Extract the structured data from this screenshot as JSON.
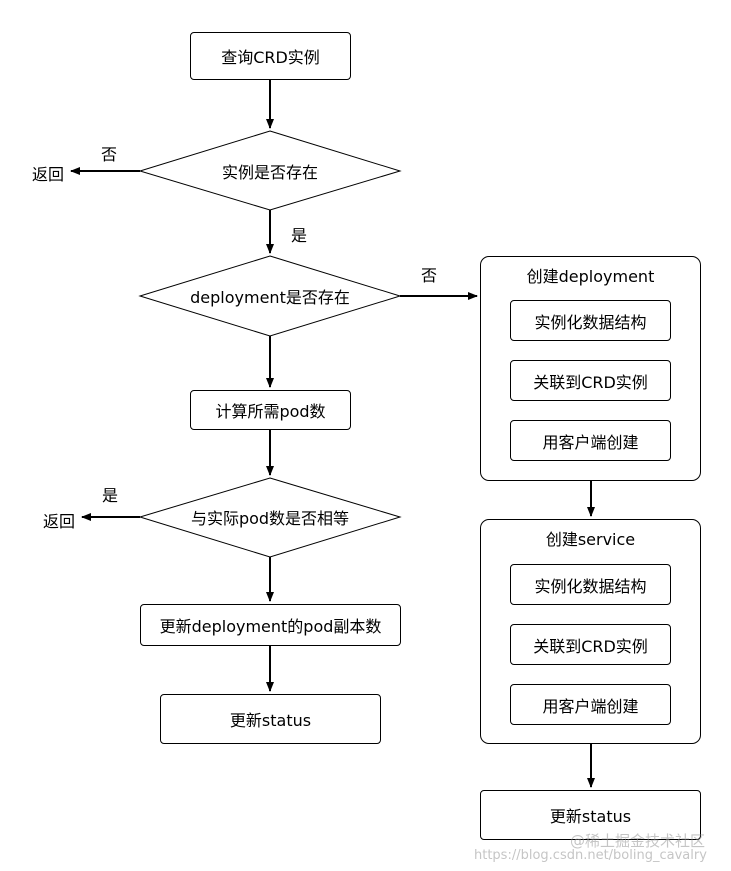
{
  "nodes": {
    "query_crd": "查询CRD实例",
    "instance_exists": "实例是否存在",
    "deployment_exists": "deployment是否存在",
    "compute_pods": "计算所需pod数",
    "pods_equal": "与实际pod数是否相等",
    "update_replicas": "更新deployment的pod副本数",
    "update_status_left": "更新status",
    "update_status_right": "更新status"
  },
  "edge_labels": {
    "no_1": "否",
    "return_1": "返回",
    "yes_1": "是",
    "no_2": "否",
    "yes_2": "是",
    "return_2": "返回"
  },
  "groups": {
    "create_deployment": {
      "title": "创建deployment",
      "steps": [
        "实例化数据结构",
        "关联到CRD实例",
        "用客户端创建"
      ]
    },
    "create_service": {
      "title": "创建service",
      "steps": [
        "实例化数据结构",
        "关联到CRD实例",
        "用客户端创建"
      ]
    }
  },
  "watermark": {
    "site": "@稀土掘金技术社区",
    "url": "https://blog.csdn.net/boling_cavalry"
  }
}
